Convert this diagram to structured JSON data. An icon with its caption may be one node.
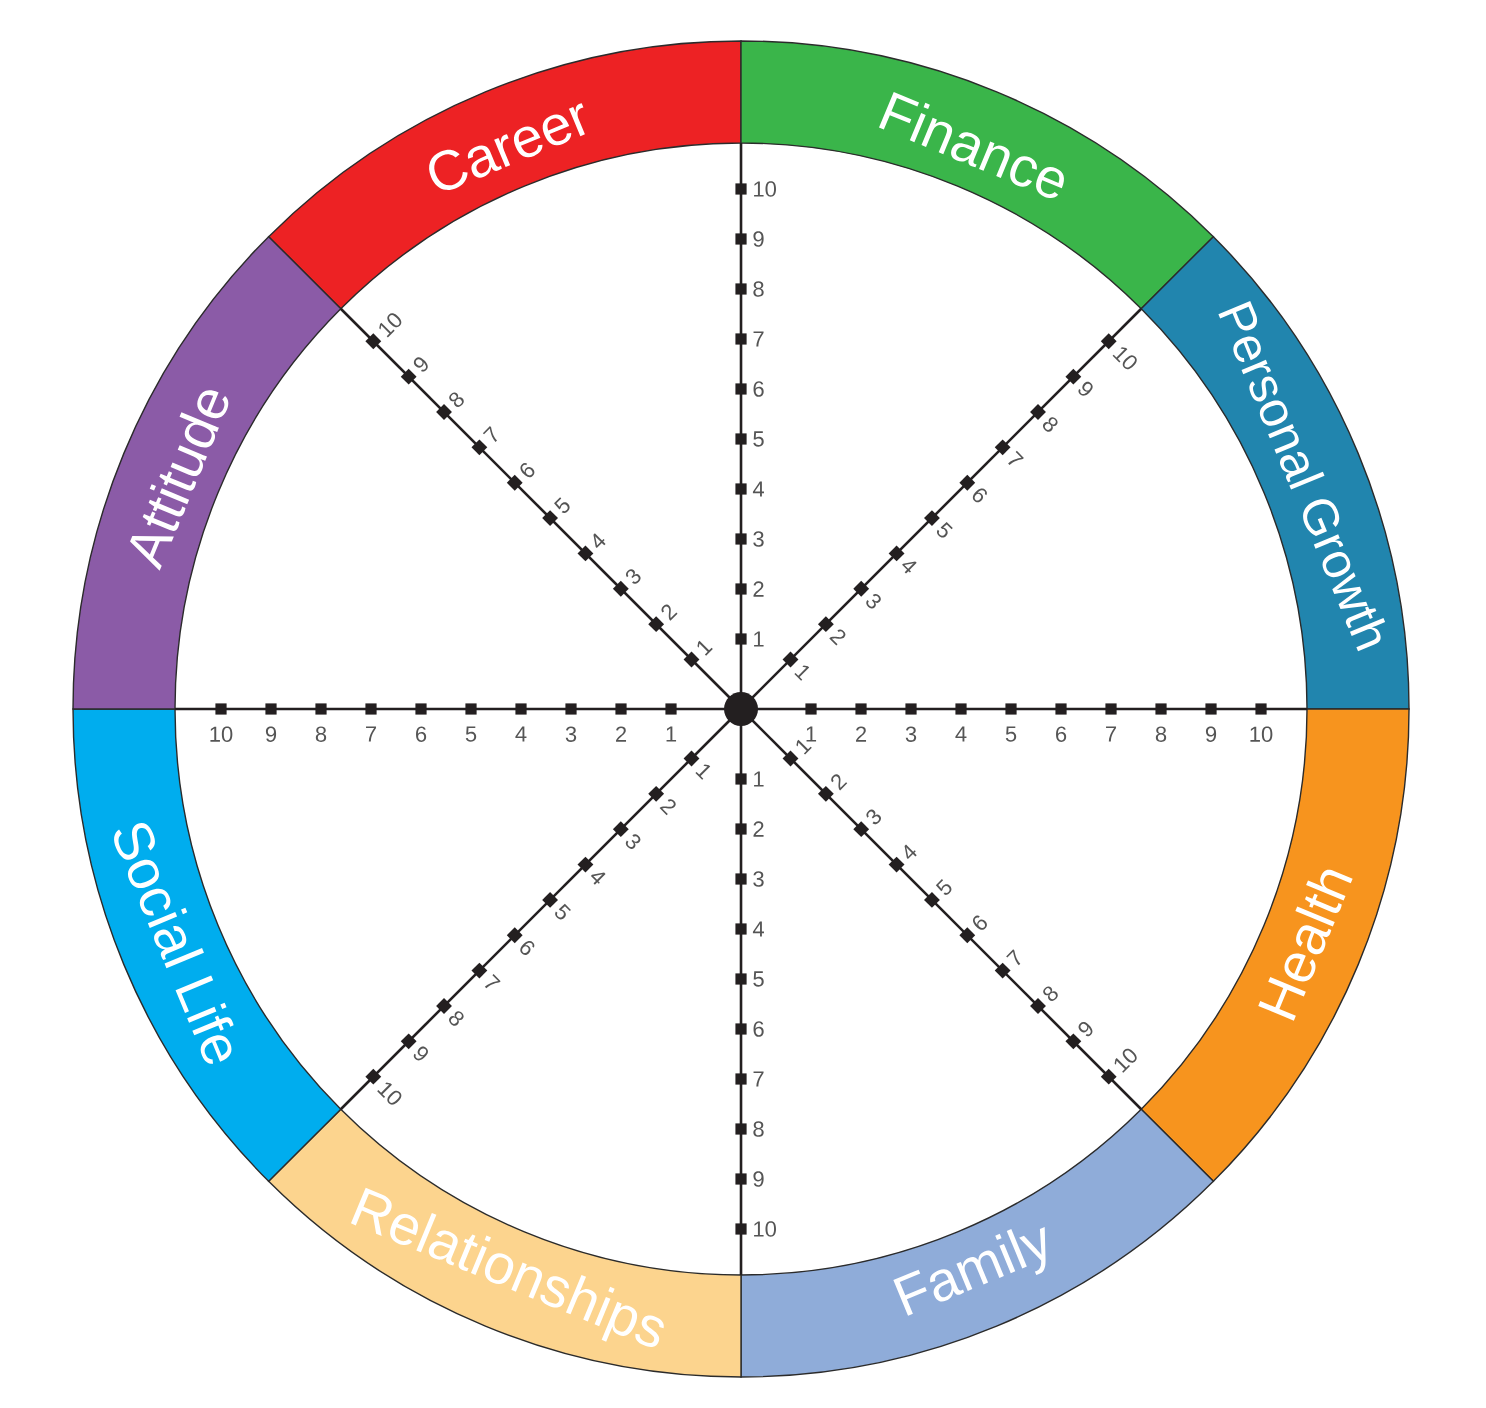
{
  "diagram": {
    "nodes": [
      {
        "text": [
          "Career"
        ]
      },
      {
        "text": [
          "Finance"
        ]
      },
      {
        "text": [
          "Personal Growth"
        ]
      },
      {
        "text": [
          "Health"
        ]
      },
      {
        "text": [
          "Family"
        ]
      },
      {
        "text": [
          "Relationships"
        ]
      },
      {
        "text": [
          "Social Life"
        ]
      },
      {
        "text": [
          "Attitude"
        ]
      }
    ],
    "labels": [
      "10",
      "9",
      "8",
      "7",
      "6",
      "5",
      "4",
      "3",
      "2",
      "1",
      "10",
      "9",
      "8",
      "7",
      "6",
      "5",
      "4",
      "3",
      "2",
      "1",
      "10",
      "9",
      "8",
      "7",
      "6",
      "5",
      "4",
      "3",
      "2",
      "1",
      "10",
      "9",
      "8",
      "7",
      "6",
      "5",
      "4",
      "3",
      "2",
      "1",
      "1",
      "2",
      "3",
      "4",
      "5",
      "6",
      "7",
      "8",
      "9",
      "10",
      "1",
      "2",
      "3",
      "4",
      "5",
      "6",
      "7",
      "8",
      "9",
      "10",
      "1",
      "2",
      "3",
      "4",
      "5",
      "6",
      "7",
      "8",
      "9",
      "10",
      "1",
      "2",
      "3",
      "4",
      "5",
      "6",
      "7",
      "8",
      "9",
      "10"
    ]
  }
}
